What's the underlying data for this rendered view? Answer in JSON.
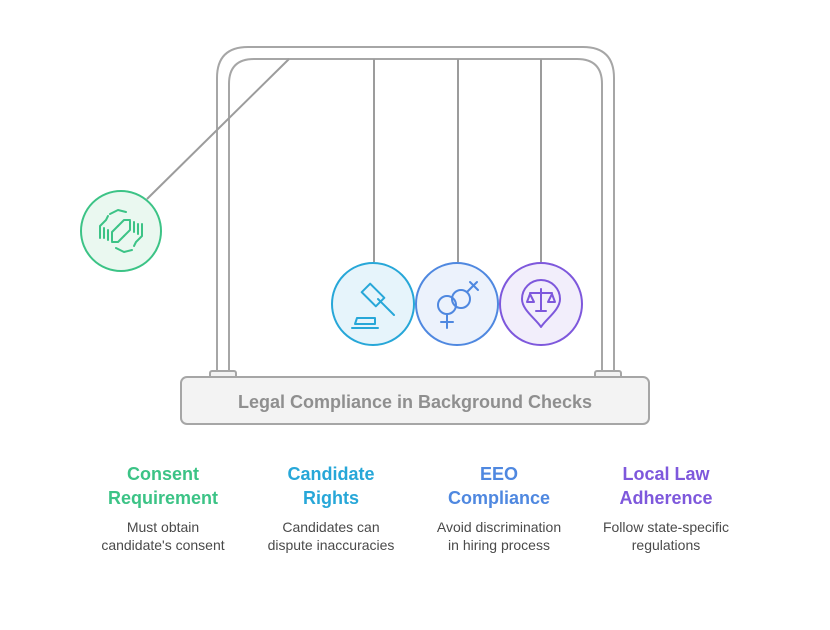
{
  "base": {
    "title": "Legal Compliance in Background Checks"
  },
  "colors": {
    "frame_stroke": "#a6a6a6",
    "frame_fill": "#f3f3f3",
    "string": "#9c9c9c",
    "text_muted": "#8f8f8f"
  },
  "items": [
    {
      "title": "Consent Requirement",
      "title_line1": "Consent",
      "title_line2": "Requirement",
      "desc_line1": "Must obtain",
      "desc_line2": "candidate's consent",
      "icon": "handshake-icon",
      "color": "#3cc386",
      "fill": "#eaf8f0"
    },
    {
      "title": "Candidate Rights",
      "title_line1": "Candidate",
      "title_line2": "Rights",
      "desc_line1": "Candidates can",
      "desc_line2": "dispute inaccuracies",
      "icon": "gavel-icon",
      "color": "#27a7d8",
      "fill": "#e6f4fb"
    },
    {
      "title": "EEO Compliance",
      "title_line1": "EEO",
      "title_line2": "Compliance",
      "desc_line1": "Avoid discrimination",
      "desc_line2": "in hiring process",
      "icon": "gender-icon",
      "color": "#4f88e0",
      "fill": "#ecf2fc"
    },
    {
      "title": "Local Law Adherence",
      "title_line1": "Local Law",
      "title_line2": "Adherence",
      "desc_line1": "Follow state-specific",
      "desc_line2": "regulations",
      "icon": "scales-location-icon",
      "color": "#7e58dc",
      "fill": "#f2eefb"
    }
  ]
}
